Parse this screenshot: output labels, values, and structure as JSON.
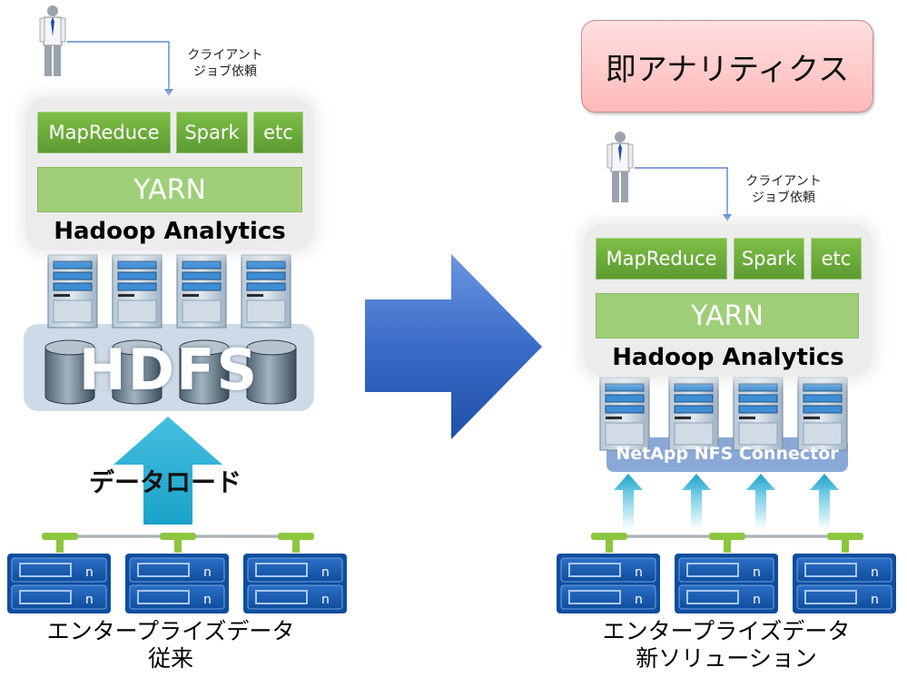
{
  "left": {
    "user_request_label": [
      "クライアント",
      "ジョブ依頼"
    ],
    "modules": [
      "MapReduce",
      "Spark",
      "etc"
    ],
    "yarn": "YARN",
    "analytics_title": "Hadoop Analytics",
    "hdfs": "HDFS",
    "data_load": "データロード",
    "enterprise_data": "エンタープライズデータ",
    "caption": "従来"
  },
  "right": {
    "banner": "即アナリティクス",
    "user_request_label": [
      "クライアント",
      "ジョブ依頼"
    ],
    "modules": [
      "MapReduce",
      "Spark",
      "etc"
    ],
    "yarn": "YARN",
    "analytics_title": "Hadoop Analytics",
    "connector": "NetApp NFS Connector",
    "enterprise_data": "エンタープライズデータ",
    "caption": "新ソリューション"
  },
  "colors": {
    "module_green": "#6aa93a",
    "yarn_green": "#9fce78",
    "hdfs_blue": "#c9d6e6",
    "connector_blue": "#8aa8d6",
    "big_arrow_blue": "#3f6fcc",
    "banner_pink": "#ffc9c9"
  }
}
